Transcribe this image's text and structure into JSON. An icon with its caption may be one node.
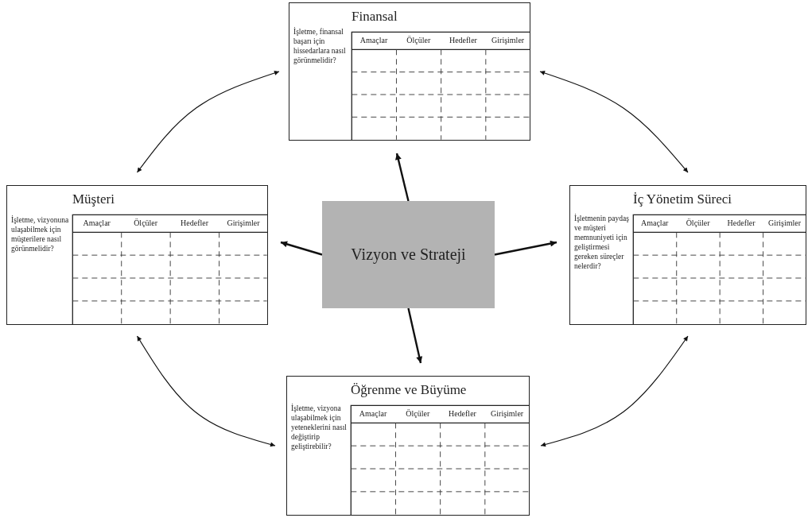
{
  "diagram": {
    "nodes": [
      {
        "text": [
          "Vizyon ve Strateji"
        ]
      },
      {
        "text": [
          "Finansal",
          "İşletme, finansal başarı için hissedarlara nasıl görünmelidir?",
          "Amaçlar",
          "Ölçüler",
          "Hedefler",
          "Girişimler"
        ]
      },
      {
        "text": [
          "Müşteri",
          "İşletme, vizyonuna ulaşabilmek için müşterilere nasıl görünmelidir?",
          "Amaçlar",
          "Ölçüler",
          "Hedefler",
          "Girişimler"
        ]
      },
      {
        "text": [
          "İç Yönetim Süreci",
          "İşletmenin paydaş ve müşteri memnuniyeti için geliştirmesi gereken süreçler nelerdir?",
          "Amaçlar",
          "Ölçüler",
          "Hedefler",
          "Girişimler"
        ]
      },
      {
        "text": [
          "Öğrenme ve Büyüme",
          "İşletme, vizyona ulaşabilmek için yeteneklerini nasıl değiştirip geliştirebilir?",
          "Amaçlar",
          "Ölçüler",
          "Hedefler",
          "Girişimler"
        ]
      }
    ],
    "edges": [
      {
        "from": 0,
        "to": 1,
        "arrow": "to"
      },
      {
        "from": 0,
        "to": 2,
        "arrow": "to"
      },
      {
        "from": 0,
        "to": 3,
        "arrow": "to"
      },
      {
        "from": 0,
        "to": 4,
        "arrow": "to"
      },
      {
        "from": 1,
        "to": 2,
        "arrow": "both"
      },
      {
        "from": 1,
        "to": 3,
        "arrow": "both"
      },
      {
        "from": 2,
        "to": 4,
        "arrow": "both"
      },
      {
        "from": 3,
        "to": 4,
        "arrow": "both"
      }
    ]
  }
}
